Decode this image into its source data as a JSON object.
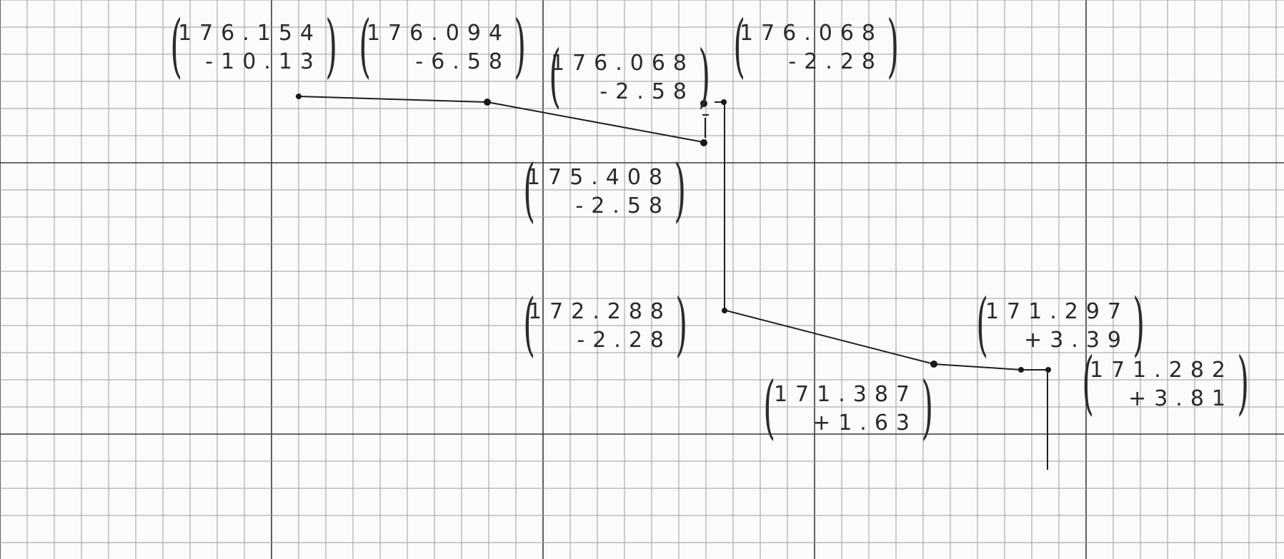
{
  "vectors": [
    {
      "id": "v1",
      "top": "176.154",
      "bottom": "-10.13"
    },
    {
      "id": "v2",
      "top": "176.094",
      "bottom": "-6.58"
    },
    {
      "id": "v3",
      "top": "176.068",
      "bottom": "-2.58"
    },
    {
      "id": "v4",
      "top": "176.068",
      "bottom": "-2.28"
    },
    {
      "id": "v5",
      "top": "175.408",
      "bottom": "-2.58"
    },
    {
      "id": "v6",
      "top": "172.288",
      "bottom": "-2.28"
    },
    {
      "id": "v7",
      "top": "171.297",
      "bottom": "+3.39"
    },
    {
      "id": "v8",
      "top": "171.387",
      "bottom": "+1.63"
    },
    {
      "id": "v9",
      "top": "171.282",
      "bottom": "+3.81"
    }
  ],
  "colors": {
    "paper": "#fbfbfa",
    "grid_minor": "#9c9c9c",
    "grid_major": "#3a3a3a",
    "ink": "#1e1e1e"
  }
}
